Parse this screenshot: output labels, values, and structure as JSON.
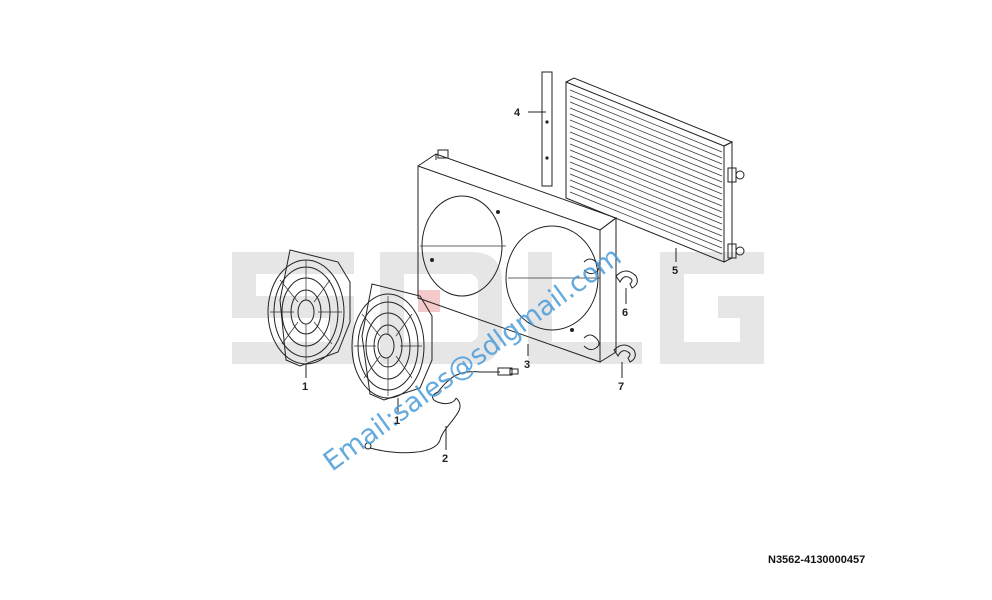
{
  "callouts": {
    "c1a": "1",
    "c1b": "1",
    "c2": "2",
    "c3": "3",
    "c4": "4",
    "c5": "5",
    "c6": "6",
    "c7": "7"
  },
  "part_number": "N3562-4130000457",
  "watermark": {
    "logo_text": "SDLG",
    "email": "Email:sales@sdlgmail.com",
    "logo_color": "#e4e4e4",
    "email_color": "#4a9bd8"
  }
}
